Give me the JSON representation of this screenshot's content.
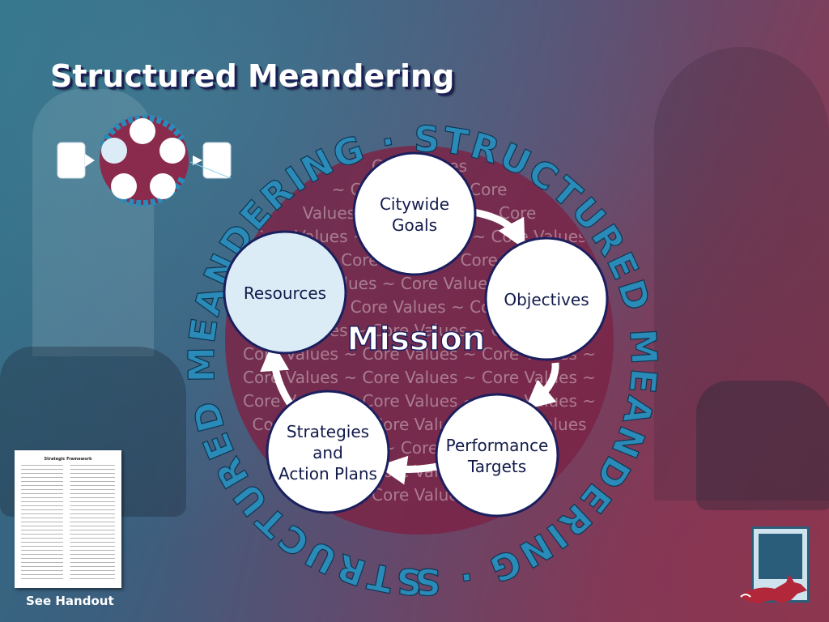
{
  "slide": {
    "title": "Structured Meandering",
    "handout_label": "See Handout",
    "handout_doc_title": "Strategic Framework"
  },
  "diagram": {
    "center_label": "Mission",
    "ring_text": "STRUCTURED MEANDERING · STRUCTURED MEANDERING · STRUCTURED MEANDERING ·",
    "background_phrase": "Core Values",
    "background_lines": [
      "Core Values",
      "~ Core Values ~ Core",
      "Values ~ Core Values ~ Core",
      "Core Values ~ Core Values ~ Core Values",
      "Values ~ Core Values ~ Core Values ~",
      "Core Values ~ Core Values ~ Core",
      "Values ~ Core Values ~ Core Values",
      "Core Values ~ Core Values ~ Core Values",
      "Core Values ~ Core Values ~ Core Values ~",
      "Core Values ~ Core Values ~ Core Values ~",
      "Core Values ~ Core Values ~ Core Values ~",
      "Core Values ~ Core Values ~ Core Values",
      "Values ~ Core Values ~",
      "~ Core Values ~",
      "Core Values"
    ],
    "nodes": [
      {
        "id": "citywide-goals",
        "lines": [
          "Citywide",
          "Goals"
        ]
      },
      {
        "id": "objectives",
        "lines": [
          "Objectives"
        ]
      },
      {
        "id": "performance-targets",
        "lines": [
          "Performance",
          "Targets"
        ]
      },
      {
        "id": "strategies-action-plans",
        "lines": [
          "Strategies",
          "and",
          "Action Plans"
        ]
      },
      {
        "id": "resources",
        "lines": [
          "Resources"
        ]
      }
    ],
    "colors": {
      "node_fill": "#ffffff",
      "resources_fill": "#dcecf7",
      "node_border": "#1b1f5e",
      "ring_text": "#2a8ab8",
      "center_disc": "#7a2446",
      "arrow": "#ffffff"
    }
  },
  "icons": {
    "thumbnail": "cycle-thumbnail-icon",
    "logo": "fox-logo-icon"
  }
}
